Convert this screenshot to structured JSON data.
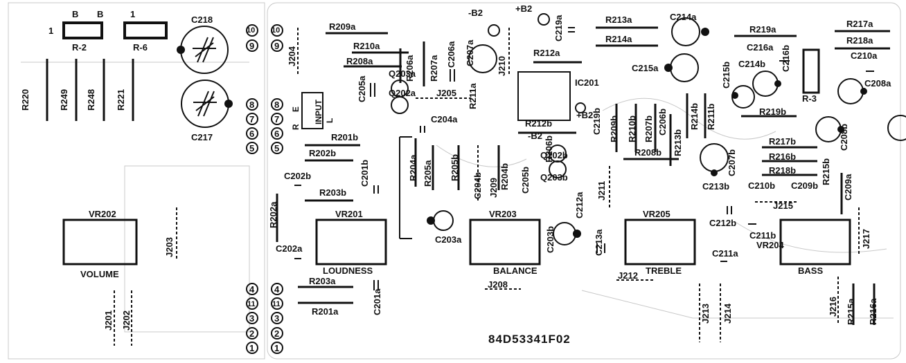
{
  "board": {
    "part_number": "84D53341F02"
  },
  "resistors_top_left": {
    "r2_label": "R-2",
    "r2_pins": [
      "B",
      "B"
    ],
    "r6_label": "R-6",
    "r2_pin1": "1",
    "r6_pin1": "1",
    "vertical": [
      "R220",
      "R249",
      "R248",
      "R221"
    ]
  },
  "capacitors_large": [
    "C218",
    "C217"
  ],
  "connector_numbers": [
    "10",
    "9",
    "8",
    "7",
    "6",
    "5",
    "4",
    "11",
    "3",
    "2",
    "1"
  ],
  "input_block": {
    "label": "INPUT",
    "letters": [
      "R",
      "E",
      "L"
    ]
  },
  "jumpers": {
    "j204": "J204",
    "j205": "J205",
    "j210": "J210",
    "j209": "J209",
    "j211": "J211",
    "j203": "J203",
    "j201": "J201",
    "j202": "J202",
    "j208": "J208",
    "j212": "J212",
    "j213": "J213",
    "j214": "J214",
    "j215": "J215",
    "j216": "J216",
    "j217": "J217"
  },
  "components": {
    "R209a": "R209a",
    "R210a": "R210a",
    "R208a": "R208a",
    "R206a": "R206a",
    "R207a": "R207a",
    "C206a": "C206a",
    "C207a": "C207a",
    "B2a": "-B2",
    "B2b": "+B2",
    "C219a": "C219a",
    "R213a": "R213a",
    "R214a": "R214a",
    "C214a": "C214a",
    "R219a": "R219a",
    "R217a": "R217a",
    "R218a": "R218a",
    "C216a": "C216a",
    "C210a": "C210a",
    "C215b": "C215b",
    "C214b": "C214b",
    "C216b": "C216b",
    "C208a": "C208a",
    "C215a": "C215a",
    "R212a": "R212a",
    "IC201": "IC201",
    "R211a": "R211a",
    "C205a": "C205a",
    "Q203a": "Q203a",
    "Q202a": "Q202a",
    "R201b": "R201b",
    "C204a": "C204a",
    "R212b": "R212b",
    "B2c": "-B2",
    "B2d": "+B2",
    "C219b": "C219b",
    "R209b": "R209b",
    "R210b": "R210b",
    "R207b": "R207b",
    "C206b": "C206b",
    "R214b": "R214b",
    "R211b": "R211b",
    "R213b": "R213b",
    "R219b": "R219b",
    "R3": "R-3",
    "R202b": "R202b",
    "C202b": "C202b",
    "C201b": "C201b",
    "R203b": "R203b",
    "R204a": "R204a",
    "R205a": "R205a",
    "R205b": "R205b",
    "C204b": "C204b",
    "R204b": "R204b",
    "C205b": "C205b",
    "R206b": "R206b",
    "Q202b": "Q202b",
    "Q203b": "Q203b",
    "R208b": "R208b",
    "C207b": "C207b",
    "R217b": "R217b",
    "R216b": "R216b",
    "R218b": "R218b",
    "R215b": "R215b",
    "C208b": "C208b",
    "C213b": "C213b",
    "C210b": "C210b",
    "C209b": "C209b",
    "C209a": "C209a",
    "R202a": "R202a",
    "C202a": "C202a",
    "C203a": "C203a",
    "C212a": "C212a",
    "C203b": "C203b",
    "C213a": "C213a",
    "C212b": "C212b",
    "C211b": "C211b",
    "C211a": "C211a",
    "R203a": "R203a",
    "R201a": "R201a",
    "C201a": "C201a",
    "R215a": "R215a",
    "R216a": "R216a"
  },
  "pots": {
    "vr202": {
      "ref": "VR202",
      "name": "VOLUME"
    },
    "vr201": {
      "ref": "VR201",
      "name": "LOUDNESS"
    },
    "vr203": {
      "ref": "VR203",
      "name": "BALANCE"
    },
    "vr205": {
      "ref": "VR205",
      "name": "TREBLE"
    },
    "vr204": {
      "ref": "VR204",
      "name": "BASS"
    }
  },
  "colors": {
    "ink": "#111111",
    "ghost": "#c8c8c8",
    "paper": "#ffffff"
  }
}
